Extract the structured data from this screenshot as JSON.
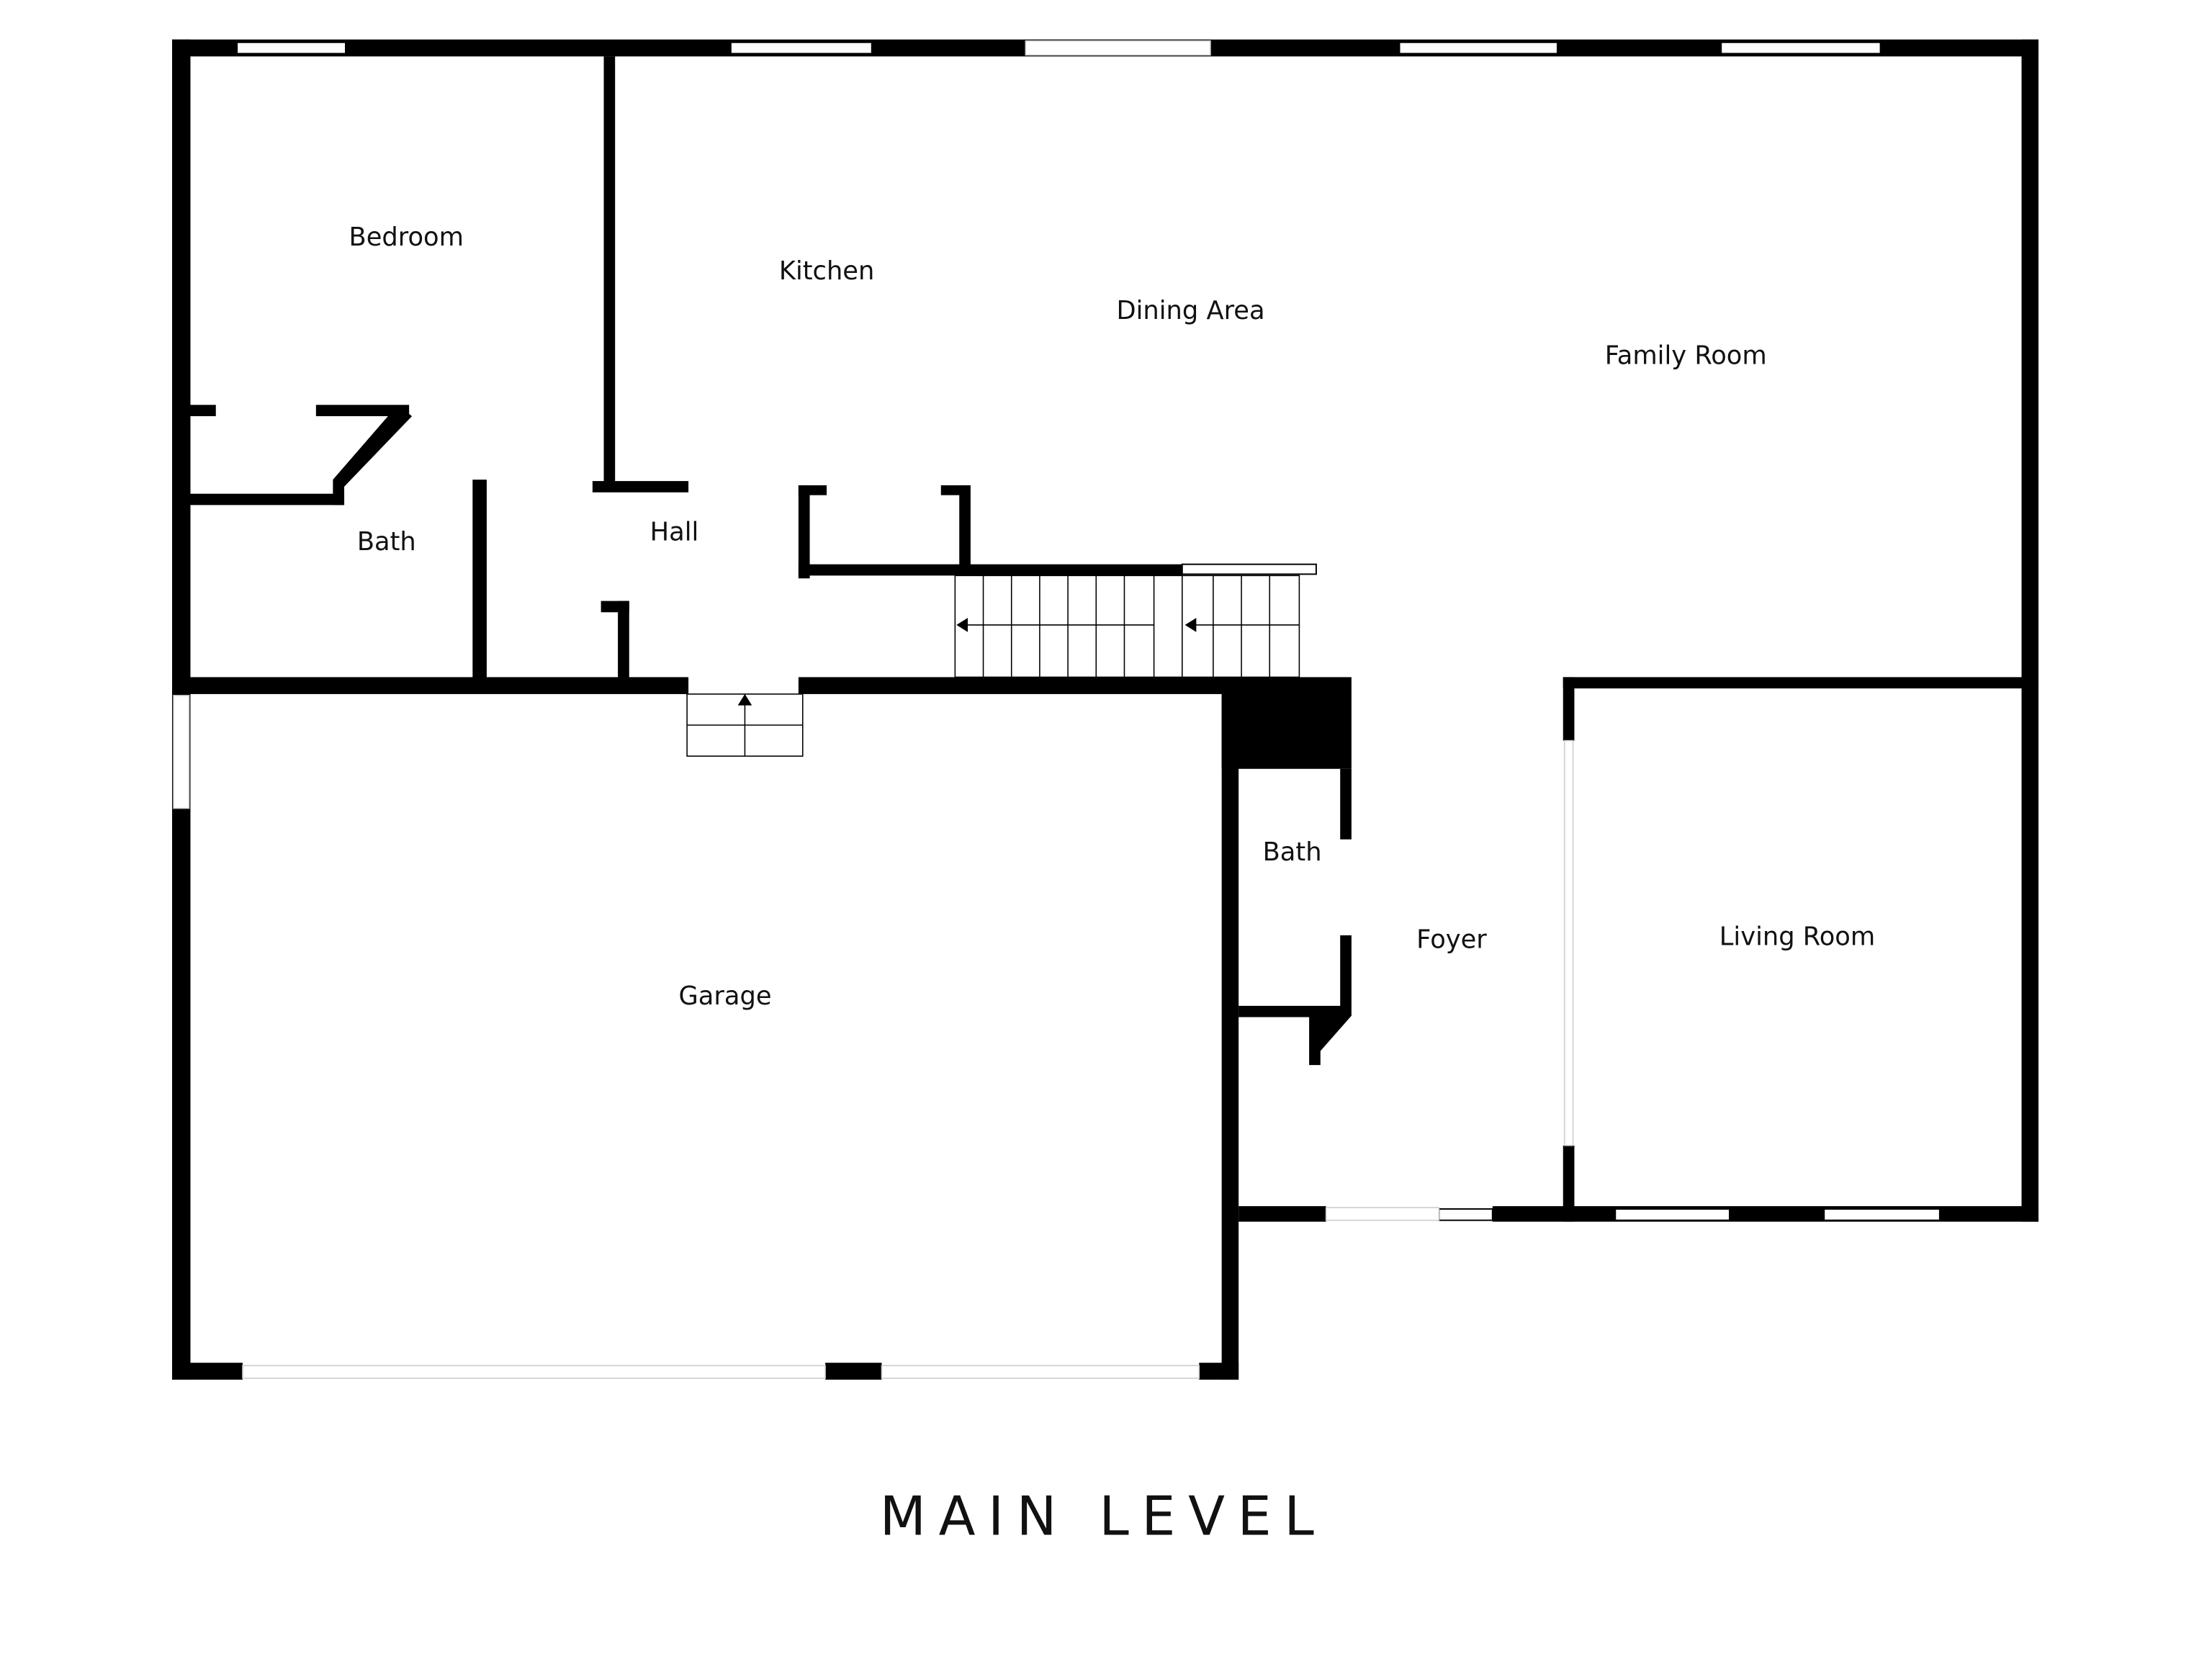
{
  "plan": {
    "title": "MAIN LEVEL",
    "rooms": {
      "bedroom": "Bedroom",
      "kitchen": "Kitchen",
      "dining_area": "Dining Area",
      "family_room": "Family Room",
      "bath_upper": "Bath",
      "hall": "Hall",
      "garage": "Garage",
      "bath_lower": "Bath",
      "foyer": "Foyer",
      "living_room": "Living Room"
    }
  }
}
